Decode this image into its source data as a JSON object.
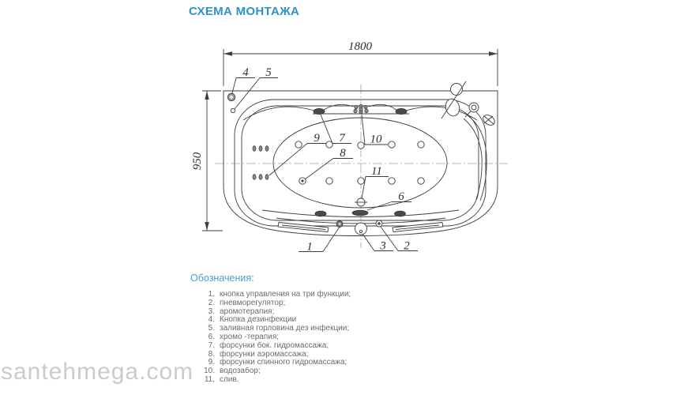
{
  "page": {
    "title": "СХЕМА МОНТАЖА",
    "watermark": "santehmega.com"
  },
  "colors": {
    "accent_blue": "#2F92C7",
    "legend_heading_blue": "#4AA0CE",
    "legend_text_gray": "#6B6B6B",
    "drawing_line": "#3D3D3D",
    "watermark_gray": "#CBCBCB"
  },
  "diagram": {
    "type": "bathtub-installation-scheme-top-view",
    "dimension_width": "1800",
    "dimension_height": "950",
    "callout_labels": [
      "1",
      "2",
      "3",
      "4",
      "5",
      "6",
      "7",
      "8",
      "9",
      "10",
      "11"
    ]
  },
  "legend": {
    "heading": "Обозначения:",
    "items": [
      {
        "num": "1.",
        "text": "кнопка управления на три функции;"
      },
      {
        "num": "2.",
        "text": "пневморегулятор;"
      },
      {
        "num": "3.",
        "text": "аромотерапия;"
      },
      {
        "num": "4.",
        "text": "Кнопка дезинфекции"
      },
      {
        "num": "5.",
        "text": "заливная горловина дез инфекции;"
      },
      {
        "num": "6.",
        "text": "хромо -терапия;"
      },
      {
        "num": "7.",
        "text": "форсунки бок. гидромассажа;"
      },
      {
        "num": "8.",
        "text": "форсунки аэромассажа;"
      },
      {
        "num": "9.",
        "text": "форсунки спинного гидромассажа;"
      },
      {
        "num": "10.",
        "text": "водозабор;"
      },
      {
        "num": "11.",
        "text": "слив."
      }
    ]
  }
}
